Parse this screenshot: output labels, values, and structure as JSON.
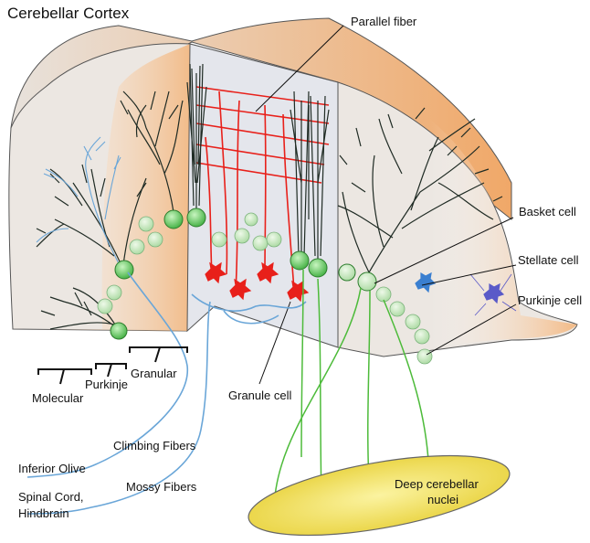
{
  "title": "Cerebellar Cortex",
  "labels": {
    "parallel_fiber": "Parallel fiber",
    "basket_cell": "Basket cell",
    "stellate_cell": "Stellate cell",
    "purkinje_cell": "Purkinje cell",
    "granule_cell": "Granule cell",
    "deep_nuclei_line1": "Deep cerebellar",
    "deep_nuclei_line2": "nuclei",
    "climbing_fibers": "Climbing Fibers",
    "mossy_fibers": "Mossy Fibers",
    "inferior_olive": "Inferior Olive",
    "spinal_cord": "Spinal Cord,",
    "hindbrain": "Hindbrain"
  },
  "layers": {
    "molecular": "Molecular",
    "purkinje": "Purkinje",
    "granular": "Granular"
  },
  "colors": {
    "block_fill": "#ece7e2",
    "block_edge": "#e9a86d",
    "slice_gradient": "#f3b47a",
    "purkinje_tree": "#1f2b24",
    "soma_green": "#5fcf5f",
    "axon_green": "#4dbb3a",
    "climbing_fiber": "#6aa6d8",
    "granule_red": "#e8201a",
    "basket_blue": "#3a7fd0",
    "stellate_purple": "#5a5ac8",
    "nuclei_yellow": "#f4e24a"
  }
}
